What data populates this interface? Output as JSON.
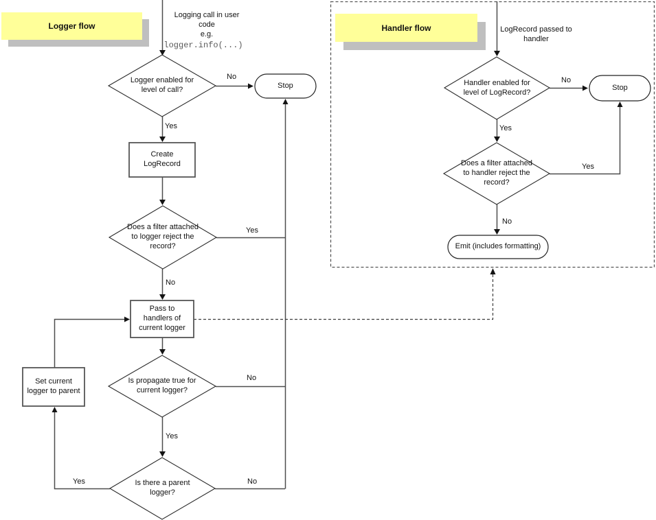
{
  "colors": {
    "note_bg": "#ffff99",
    "note_shadow": "#bfbfbf",
    "line": "#4d4d4d",
    "code_text": "#595959"
  },
  "edge_labels": {
    "yes": "Yes",
    "no": "No"
  },
  "logger_flow": {
    "title": "Logger flow",
    "entry_label": "Logging call in user\ncode\ne.g.",
    "entry_code": "logger.info(...)",
    "decision_enabled": "Logger enabled for\nlevel of call?",
    "stop_label": "Stop",
    "create_record": "Create\nLogRecord",
    "decision_filter": "Does a filter attached\nto logger reject the\nrecord?",
    "pass_handlers": "Pass to\nhandlers of\ncurrent logger",
    "decision_propagate": "Is propagate true for\ncurrent logger?",
    "decision_parent": "Is there a parent\nlogger?",
    "set_parent": "Set current\nlogger to parent"
  },
  "handler_flow": {
    "title": "Handler flow",
    "entry_label": "LogRecord passed to\nhandler",
    "decision_enabled": "Handler enabled for\nlevel of LogRecord?",
    "stop_label": "Stop",
    "decision_filter": "Does a filter attached\nto handler reject the\nrecord?",
    "emit_label": "Emit (includes formatting)"
  }
}
